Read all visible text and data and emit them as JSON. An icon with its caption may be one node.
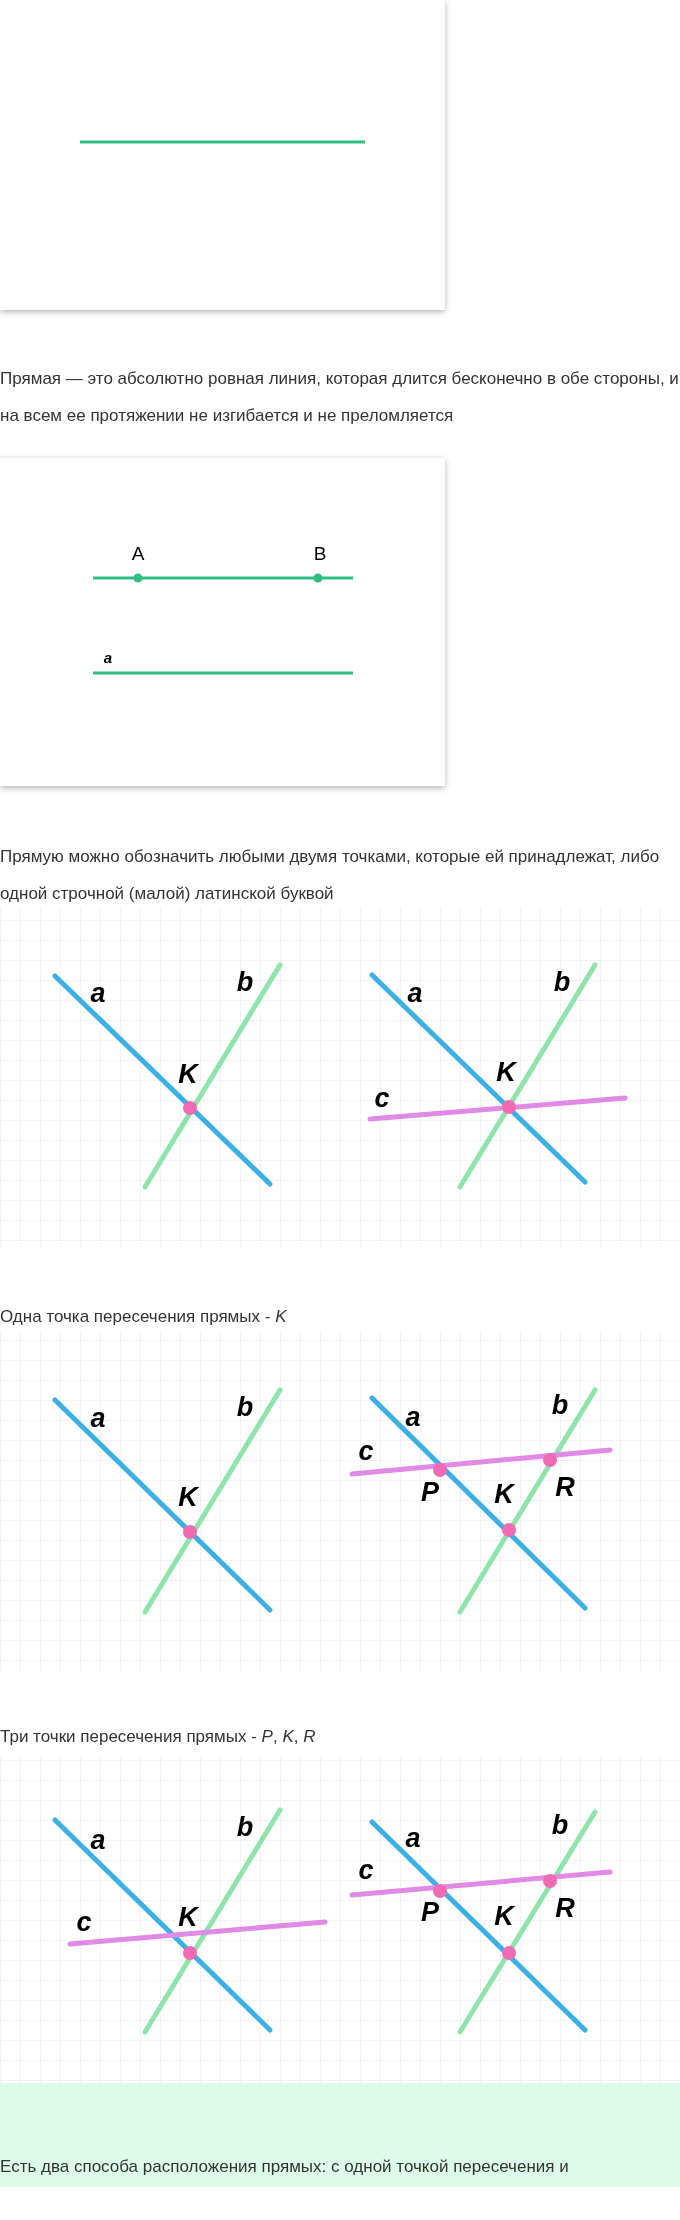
{
  "diagram": {
    "labels": [
      "Прямая — это абсолютно ровная линия, которая длится бесконечно в обе стороны, и на всем ее протяжении не изгибается и не преломляется",
      "A",
      "B",
      "a",
      "Прямую можно обозначить любыми двумя точками, которые ей принадлежат, либо одной строчной (малой) латинской буквой",
      "a",
      "b",
      "K",
      "a",
      "b",
      "K",
      "c",
      "Одна точка пересечения прямых - *K*",
      "a",
      "b",
      "K",
      "c",
      "a",
      "b",
      "P",
      "K",
      "R",
      "Три точки пересечения прямых - *P*, *K*, *R*",
      "a",
      "b",
      "c",
      "K",
      "c",
      "a",
      "b",
      "P",
      "K",
      "R",
      "Есть два способа расположения прямых: с одной точкой пересечения и"
    ]
  }
}
